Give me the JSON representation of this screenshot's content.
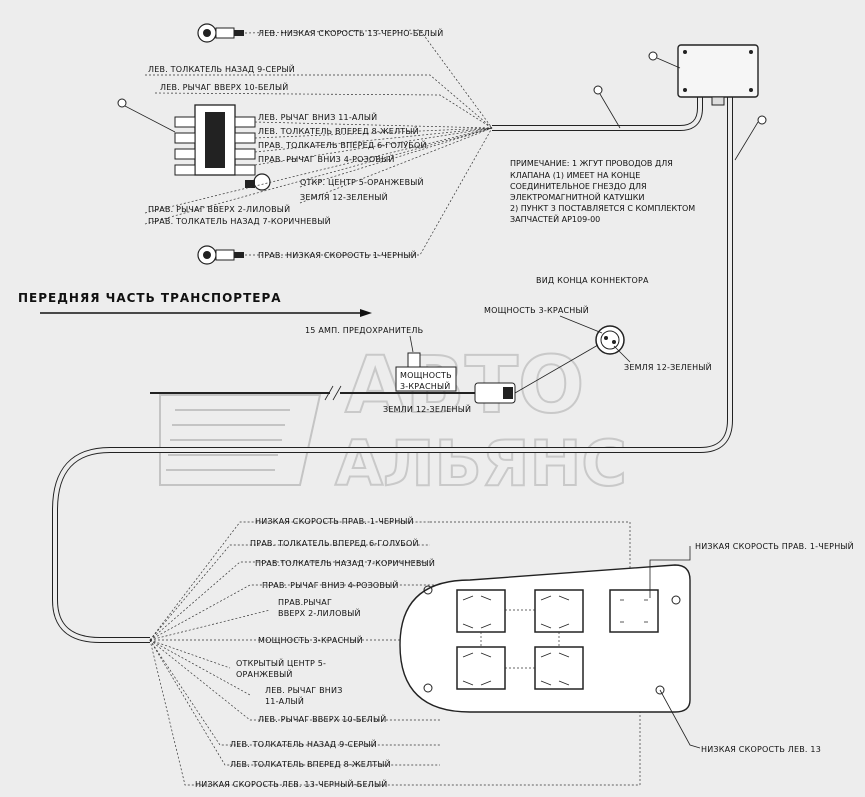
{
  "title": "ПЕРЕДНЯЯ ЧАСТЬ ТРАНСПОРТЕРА",
  "top_labels": [
    "ЛЕВ. НИЗКАЯ СКОРОСТЬ 13-ЧЕРНО-БЕЛЫЙ",
    "ЛЕВ. ТОЛКАТЕЛЬ НАЗАД 9-СЕРЫЙ",
    "ЛЕВ. РЫЧАГ ВВЕРХ 10-БЕЛЫЙ",
    "ЛЕВ. РЫЧАГ ВНИЗ 11-АЛЫЙ",
    "ЛЕВ. ТОЛКАТЕЛЬ ВПЕРЕД 8-ЖЕЛТЫЙ",
    "ПРАВ. ТОЛКАТЕЛЬ ВПЕРЕД 6-ГОЛУБОЙ",
    "ПРАВ. РЫЧАГ ВНИЗ 4-РОЗОВЫЙ",
    "ОТКР. ЦЕНТР 5-ОРАНЖЕВЫЙ",
    "ЗЕМЛЯ 12-ЗЕЛЕНЫЙ",
    "ПРАВ. РЫЧАГ ВВЕРХ 2-ЛИЛОВЫЙ",
    "ПРАВ. ТОЛКАТЕЛЬ НАЗАД 7-КОРИЧНЕВЫЙ",
    "ПРАВ. НИЗКАЯ СКОРОСТЬ 1-ЧЕРНЫЙ"
  ],
  "note_lines": [
    "ПРИМЕЧАНИЕ: 1 ЖГУТ ПРОВОДОВ ДЛЯ",
    "КЛАПАНА (1) ИМЕЕТ НА КОНЦЕ",
    "СОЕДИНИТЕЛЬНОЕ ГНЕЗДО ДЛЯ",
    "ЭЛЕКТРОМАГНИТНОЙ КАТУШКИ",
    "2) ПУНКТ 3 ПОСТАВЛЯЕТСЯ С КОМПЛЕКТОМ",
    "ЗАПЧАСТЕЙ AP109-00"
  ],
  "connector_end_view": "ВИД КОНЦА КОННЕКТОРА",
  "power_red": "МОЩНОСТЬ 3-КРАСНЫЙ",
  "ground_green": "ЗЕМЛЯ 12-ЗЕЛЕНЫЙ",
  "fuse": "15 АМП. ПРЕДОХРАНИТЕЛЬ",
  "power_red_split": [
    "МОЩНОСТЬ",
    "3-КРАСНЫЙ"
  ],
  "ground_green_2": "ЗЕМЛИ 12-ЗЕЛЕНЫЙ",
  "bottom_labels": [
    "НИЗКАЯ СКОРОСТЬ ПРАВ. 1-ЧЕРНЫЙ",
    "ПРАВ. ТОЛКАТЕЛЬ ВПЕРЕД 6-ГОЛУБОЙ",
    "ПРАВ.ТОЛКАТЕЛЬ НАЗАД 7-КОРИЧНЕВЫЙ",
    "ПРАВ. РЫЧАГ ВНИЗ 4-РОЗОВЫЙ",
    "ПРАВ.РЫЧАГ",
    "ВВЕРХ 2-ЛИЛОВЫЙ",
    "МОЩНОСТЬ 3-КРАСНЫЙ",
    "ОТКРЫТЫЙ ЦЕНТР 5-",
    "ОРАНЖЕВЫЙ",
    "ЛЕВ. РЫЧАГ ВНИЗ",
    "11-АЛЫЙ",
    "ЛЕВ. РЫЧАГ ВВЕРХ 10-БЕЛЫЙ",
    "ЛЕВ. ТОЛКАТЕЛЬ НАЗАД 9-СЕРЫЙ",
    "ЛЕВ. ТОЛКАТЕЛЬ ВПЕРЕД 8-ЖЕЛТЫЙ",
    "НИЗКАЯ СКОРОСТЬ ЛЕВ. 13-ЧЕРНЫЙ-БЕЛЫЙ"
  ],
  "right_top_label": "НИЗКАЯ СКОРОСТЬ ПРАВ. 1-ЧЕРНЫЙ",
  "right_bottom_label": "НИЗКАЯ СКОРОСТЬ ЛЕВ. 13",
  "watermark": [
    "АВТО",
    "АЛЬЯНС"
  ]
}
